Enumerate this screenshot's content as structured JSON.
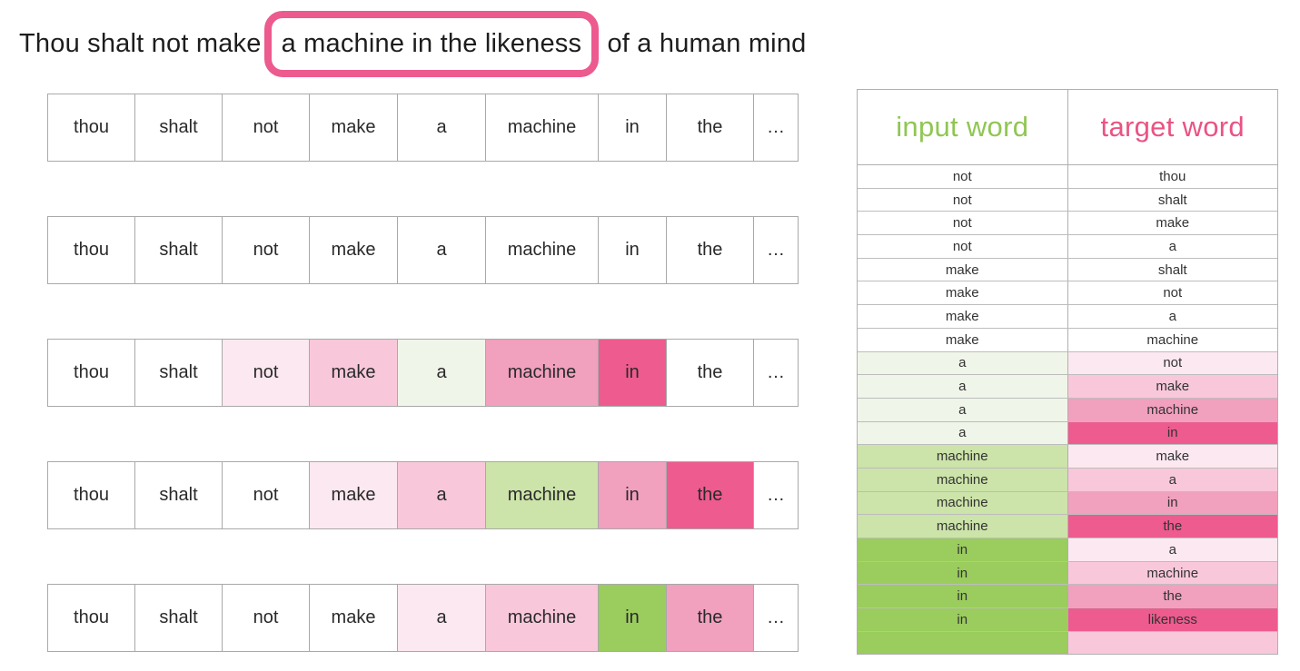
{
  "title": {
    "prefix": "Thou shalt not make",
    "highlighted": "a machine in the likeness",
    "suffix": "of a human mind"
  },
  "colors": {
    "white": "#ffffff",
    "pink0": "#fce8f0",
    "pink1": "#f8c8da",
    "pink2": "#f1a0be",
    "pink3": "#ee5b8e",
    "green0": "#eff5e8",
    "green1": "#cce3a9",
    "green2": "#9acc5e",
    "accent_green": "#90c653",
    "accent_pink": "#ea5383",
    "highlight_box": "#ec5a8e"
  },
  "word_rows": [
    {
      "cells": [
        {
          "text": "thou",
          "bg": "white"
        },
        {
          "text": "shalt",
          "bg": "white"
        },
        {
          "text": "not",
          "bg": "white"
        },
        {
          "text": "make",
          "bg": "white"
        },
        {
          "text": "a",
          "bg": "white"
        },
        {
          "text": "machine",
          "bg": "white"
        },
        {
          "text": "in",
          "bg": "white"
        },
        {
          "text": "the",
          "bg": "white"
        },
        {
          "text": "…",
          "bg": "white"
        }
      ]
    },
    {
      "cells": [
        {
          "text": "thou",
          "bg": "white"
        },
        {
          "text": "shalt",
          "bg": "white"
        },
        {
          "text": "not",
          "bg": "white"
        },
        {
          "text": "make",
          "bg": "white"
        },
        {
          "text": "a",
          "bg": "white"
        },
        {
          "text": "machine",
          "bg": "white"
        },
        {
          "text": "in",
          "bg": "white"
        },
        {
          "text": "the",
          "bg": "white"
        },
        {
          "text": "…",
          "bg": "white"
        }
      ]
    },
    {
      "cells": [
        {
          "text": "thou",
          "bg": "white"
        },
        {
          "text": "shalt",
          "bg": "white"
        },
        {
          "text": "not",
          "bg": "pink0"
        },
        {
          "text": "make",
          "bg": "pink1"
        },
        {
          "text": "a",
          "bg": "green0"
        },
        {
          "text": "machine",
          "bg": "pink2"
        },
        {
          "text": "in",
          "bg": "pink3"
        },
        {
          "text": "the",
          "bg": "white"
        },
        {
          "text": "…",
          "bg": "white"
        }
      ]
    },
    {
      "cells": [
        {
          "text": "thou",
          "bg": "white"
        },
        {
          "text": "shalt",
          "bg": "white"
        },
        {
          "text": "not",
          "bg": "white"
        },
        {
          "text": "make",
          "bg": "pink0"
        },
        {
          "text": "a",
          "bg": "pink1"
        },
        {
          "text": "machine",
          "bg": "green1"
        },
        {
          "text": "in",
          "bg": "pink2"
        },
        {
          "text": "the",
          "bg": "pink3"
        },
        {
          "text": "…",
          "bg": "white"
        }
      ]
    },
    {
      "cells": [
        {
          "text": "thou",
          "bg": "white"
        },
        {
          "text": "shalt",
          "bg": "white"
        },
        {
          "text": "not",
          "bg": "white"
        },
        {
          "text": "make",
          "bg": "white"
        },
        {
          "text": "a",
          "bg": "pink0"
        },
        {
          "text": "machine",
          "bg": "pink1"
        },
        {
          "text": "in",
          "bg": "green2"
        },
        {
          "text": "the",
          "bg": "pink2"
        },
        {
          "text": "…",
          "bg": "white"
        }
      ]
    }
  ],
  "pairs_table": {
    "headers": [
      {
        "label": "input word",
        "color": "accent_green"
      },
      {
        "label": "target word",
        "color": "accent_pink"
      }
    ],
    "rows": [
      {
        "input": "not",
        "target": "thou",
        "input_bg": "white",
        "target_bg": "white"
      },
      {
        "input": "not",
        "target": "shalt",
        "input_bg": "white",
        "target_bg": "white"
      },
      {
        "input": "not",
        "target": "make",
        "input_bg": "white",
        "target_bg": "white"
      },
      {
        "input": "not",
        "target": "a",
        "input_bg": "white",
        "target_bg": "white"
      },
      {
        "input": "make",
        "target": "shalt",
        "input_bg": "white",
        "target_bg": "white"
      },
      {
        "input": "make",
        "target": "not",
        "input_bg": "white",
        "target_bg": "white"
      },
      {
        "input": "make",
        "target": "a",
        "input_bg": "white",
        "target_bg": "white"
      },
      {
        "input": "make",
        "target": "machine",
        "input_bg": "white",
        "target_bg": "white"
      },
      {
        "input": "a",
        "target": "not",
        "input_bg": "green0",
        "target_bg": "pink0"
      },
      {
        "input": "a",
        "target": "make",
        "input_bg": "green0",
        "target_bg": "pink1"
      },
      {
        "input": "a",
        "target": "machine",
        "input_bg": "green0",
        "target_bg": "pink2"
      },
      {
        "input": "a",
        "target": "in",
        "input_bg": "green0",
        "target_bg": "pink3"
      },
      {
        "input": "machine",
        "target": "make",
        "input_bg": "green1",
        "target_bg": "pink0"
      },
      {
        "input": "machine",
        "target": "a",
        "input_bg": "green1",
        "target_bg": "pink1"
      },
      {
        "input": "machine",
        "target": "in",
        "input_bg": "green1",
        "target_bg": "pink2"
      },
      {
        "input": "machine",
        "target": "the",
        "input_bg": "green1",
        "target_bg": "pink3"
      },
      {
        "input": "in",
        "target": "a",
        "input_bg": "green2",
        "target_bg": "pink0"
      },
      {
        "input": "in",
        "target": "machine",
        "input_bg": "green2",
        "target_bg": "pink1"
      },
      {
        "input": "in",
        "target": "the",
        "input_bg": "green2",
        "target_bg": "pink2"
      },
      {
        "input": "in",
        "target": "likeness",
        "input_bg": "green2",
        "target_bg": "pink3"
      },
      {
        "input": "",
        "target": "",
        "input_bg": "green2",
        "target_bg": "pink1"
      }
    ]
  }
}
